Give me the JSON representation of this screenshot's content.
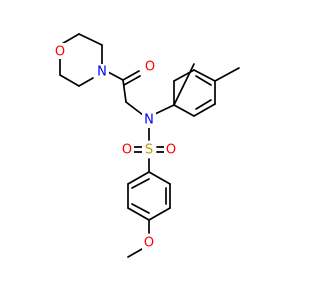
{
  "atoms": {
    "morpholine_O": "O",
    "morpholine_N": "N",
    "carbonyl_O": "O",
    "amine_N": "N",
    "sulfur": "S",
    "sulfonyl_O_left": "O",
    "sulfonyl_O_right": "O",
    "methoxy_O": "O"
  },
  "colors": {
    "bond": "#000000",
    "oxygen": "#ff0000",
    "nitrogen": "#0000ff",
    "sulfur": "#b8a000"
  }
}
